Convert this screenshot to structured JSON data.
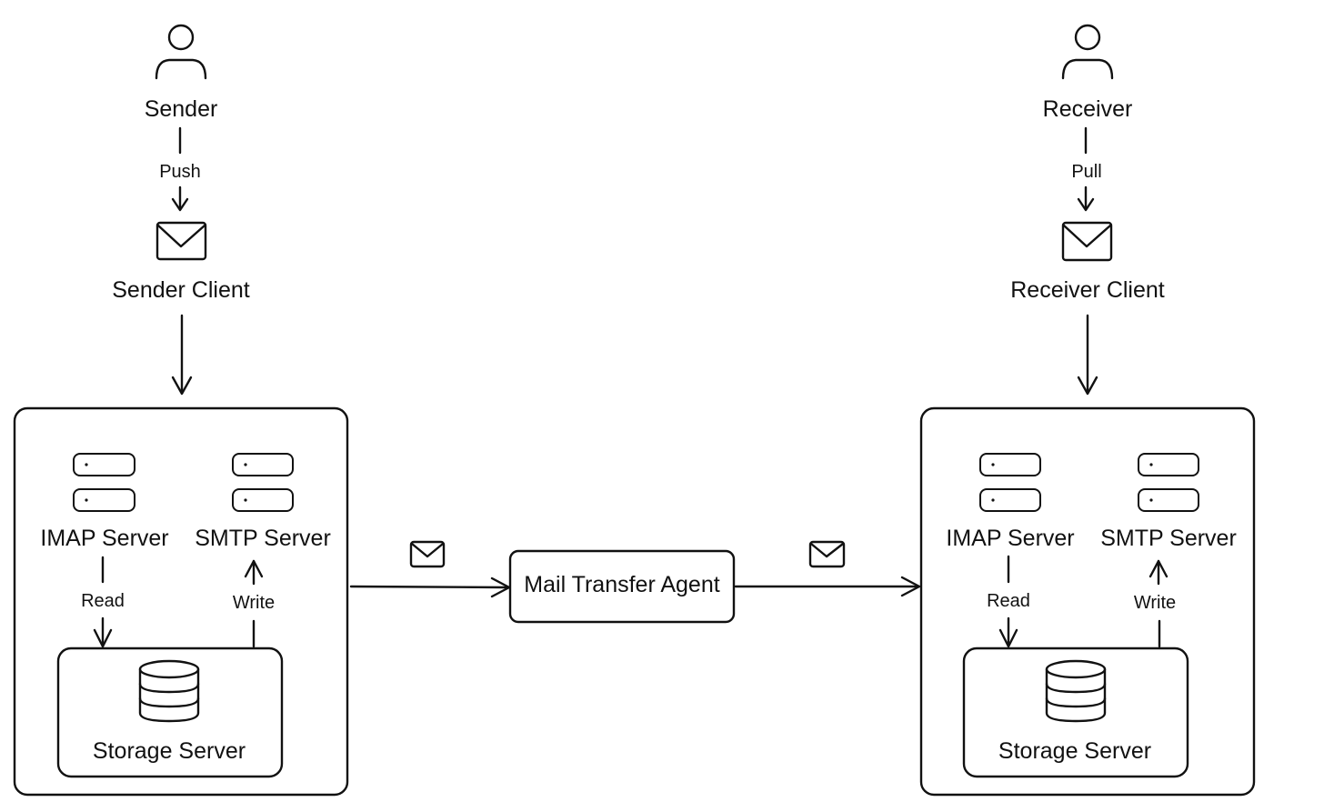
{
  "sender": {
    "name": "Sender",
    "push_label": "Push",
    "client_label": "Sender Client"
  },
  "receiver": {
    "name": "Receiver",
    "pull_label": "Pull",
    "client_label": "Receiver Client"
  },
  "left_server": {
    "imap_label": "IMAP Server",
    "smtp_label": "SMTP Server",
    "read_label": "Read",
    "write_label": "Write",
    "storage_label": "Storage Server"
  },
  "right_server": {
    "imap_label": "IMAP Server",
    "smtp_label": "SMTP Server",
    "read_label": "Read",
    "write_label": "Write",
    "storage_label": "Storage Server"
  },
  "mta": {
    "label": "Mail Transfer Agent"
  },
  "icons": {
    "person": "person-icon",
    "mail": "envelope-icon",
    "server": "server-stack-icon",
    "storage": "database-icon"
  },
  "colors": {
    "ink": "#111111",
    "background": "#ffffff"
  }
}
